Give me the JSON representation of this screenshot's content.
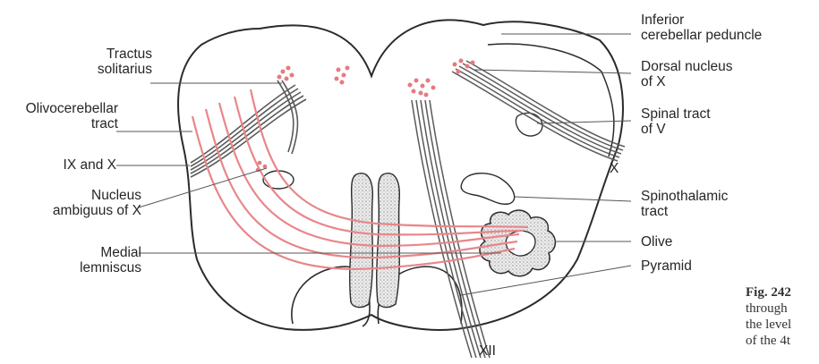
{
  "labels": {
    "tractus_solitarius": [
      "Tractus",
      "solitarius"
    ],
    "olivocerebellar_tract": [
      "Olivocerebellar",
      "tract"
    ],
    "ix_and_x": "IX and X",
    "nucleus_ambiguus": [
      "Nucleus",
      "ambiguus of X"
    ],
    "medial_lemniscus": [
      "Medial",
      "lemniscus"
    ],
    "inferior_cerebellar_peduncle": [
      "Inferior",
      "cerebellar peduncle"
    ],
    "dorsal_nucleus_x": [
      "Dorsal nucleus",
      "of X"
    ],
    "spinal_tract_v": [
      "Spinal tract",
      "of V"
    ],
    "nerve_x": "X",
    "spinothalamic_tract": [
      "Spinothalamic",
      "tract"
    ],
    "olive": "Olive",
    "pyramid": "Pyramid",
    "nerve_xii": "XII"
  },
  "caption": {
    "figure_number": "Fig. 242",
    "lines": [
      "through",
      "the level",
      "of the 4t"
    ]
  },
  "colors": {
    "outline": "#2b2b2b",
    "fibre_red": "#e8868a",
    "nucleus_dots": "#e67a80",
    "leader_line": "#555555",
    "olive_stipple": "#d9d9d9"
  }
}
